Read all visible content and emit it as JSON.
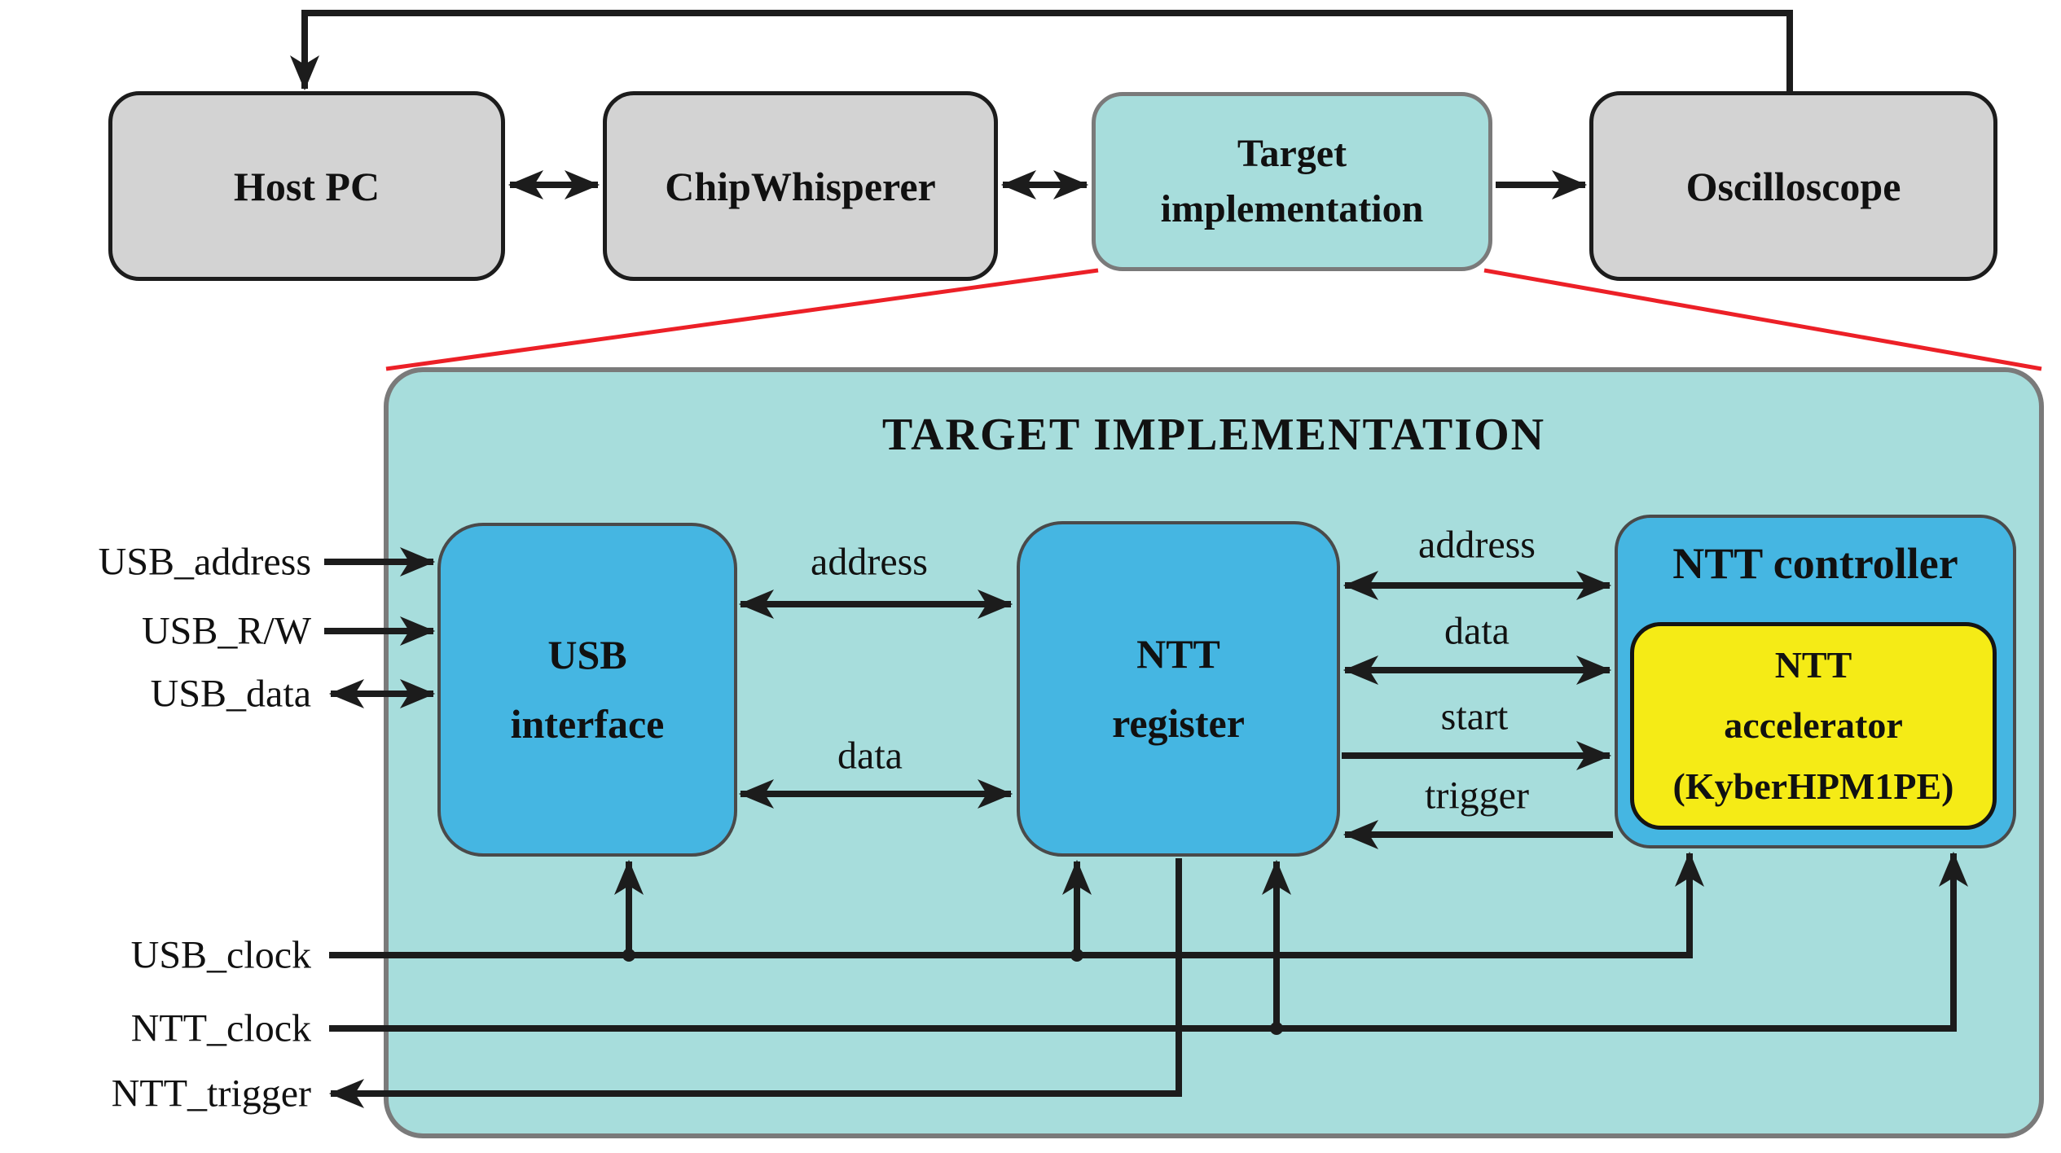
{
  "colors": {
    "cyan": "#a7dddc",
    "blue": "#45b6e2",
    "yellow": "#f5eb16",
    "gray": "#d3d3d3",
    "red": "#ec2027",
    "wire": "#1c1c1c",
    "border_gray": "#7a7a7a",
    "border_blue": "#4a4a4a",
    "text": "#111111"
  },
  "top_row": {
    "host_pc": "Host PC",
    "chipwhisperer": "ChipWhisperer",
    "target_implementation_line1": "Target",
    "target_implementation_line2": "implementation",
    "oscilloscope": "Oscilloscope"
  },
  "target_block": {
    "title": "TARGET IMPLEMENTATION",
    "usb_interface_line1": "USB",
    "usb_interface_line2": "interface",
    "ntt_register_line1": "NTT",
    "ntt_register_line2": "register",
    "ntt_controller_title": "NTT controller",
    "ntt_accelerator_line1": "NTT",
    "ntt_accelerator_line2": "accelerator",
    "ntt_accelerator_line3": "(KyberHPM1PE)"
  },
  "external_signals": {
    "usb_address": "USB_address",
    "usb_rw": "USB_R/W",
    "usb_data": "USB_data",
    "usb_clock": "USB_clock",
    "ntt_clock": "NTT_clock",
    "ntt_trigger": "NTT_trigger"
  },
  "bus_labels": {
    "usb_to_register_address": "address",
    "usb_to_register_data": "data",
    "register_to_controller_address": "address",
    "register_to_controller_data": "data",
    "start": "start",
    "trigger": "trigger"
  }
}
